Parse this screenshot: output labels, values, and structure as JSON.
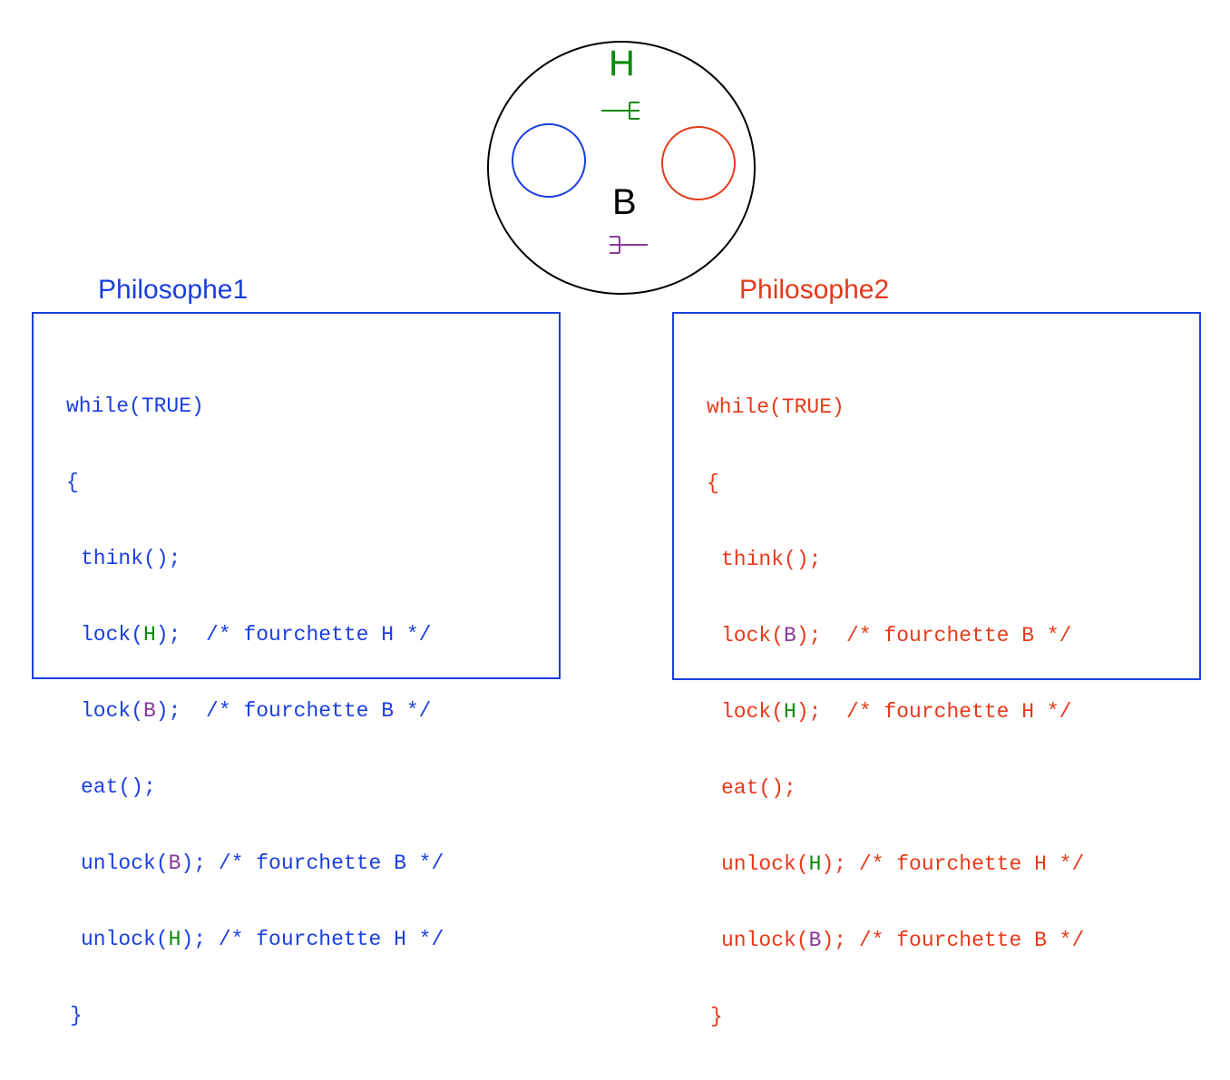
{
  "table": {
    "label_top": "H",
    "label_bottom": "B"
  },
  "philosophers": [
    {
      "title": "Philosophe1",
      "color": "#1a3fe0",
      "code": {
        "line1": "while(TRUE)",
        "line2": "{",
        "line3": "think();",
        "line4": {
          "pre": "lock(",
          "fork": "H",
          "post": ");  /* fourchette H */"
        },
        "line5": {
          "pre": "lock(",
          "fork": "B",
          "post": ");  /* fourchette B */"
        },
        "line6": "eat();",
        "line7": {
          "pre": "unlock(",
          "fork": "B",
          "post": "); /* fourchette B */"
        },
        "line8": {
          "pre": "unlock(",
          "fork": "H",
          "post": "); /* fourchette H */"
        },
        "line9": "}"
      }
    },
    {
      "title": "Philosophe2",
      "color": "#e8391a",
      "code": {
        "line1": "while(TRUE)",
        "line2": "{",
        "line3": "think();",
        "line4": {
          "pre": "lock(",
          "fork": "B",
          "post": ");  /* fourchette B */"
        },
        "line5": {
          "pre": "lock(",
          "fork": "H",
          "post": ");  /* fourchette H */"
        },
        "line6": "eat();",
        "line7": {
          "pre": "unlock(",
          "fork": "H",
          "post": "); /* fourchette H */"
        },
        "line8": {
          "pre": "unlock(",
          "fork": "B",
          "post": "); /* fourchette B */"
        },
        "line9": "}"
      }
    }
  ],
  "colors": {
    "philosophe1": "#1a3fe0",
    "philosophe2": "#e8391a",
    "fork_h": "#0a8a0a",
    "fork_b": "#8a3a9a",
    "table_outline": "#000000"
  }
}
